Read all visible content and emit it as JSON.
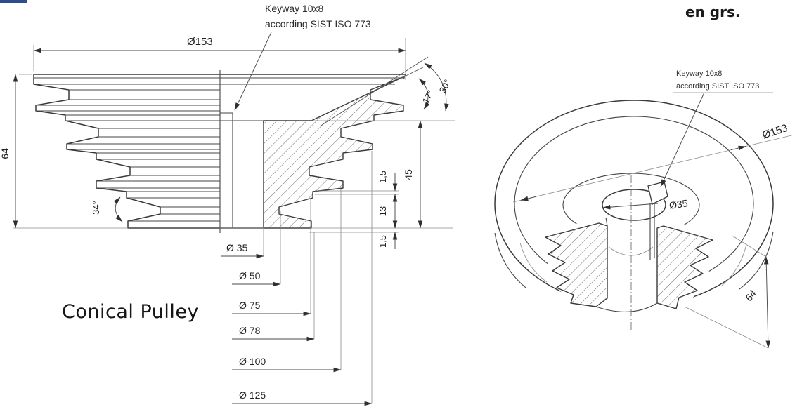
{
  "section_view": {
    "title": "Conical Pulley",
    "keyway_note_line1": "Keyway 10x8",
    "keyway_note_line2": "according SIST ISO 773",
    "dim_outer_diameter": "Ø153",
    "dim_total_height": "64",
    "dim_groove_angle": "34°",
    "dim_cone_angle_outer": "30°",
    "dim_cone_angle_inner": "17°",
    "dim_rim_to_base": "45",
    "dim_land_top": "1,5",
    "dim_groove_depth": "13",
    "dim_land_bottom": "1,5",
    "dim_diameters": [
      "Ø 35",
      "Ø 50",
      "Ø 75",
      "Ø 78",
      "Ø 100",
      "Ø 125"
    ]
  },
  "iso_view": {
    "corner_note": "en grs.",
    "keyway_note_line1": "Keyway 10x8",
    "keyway_note_line2": "according SIST ISO 773",
    "dim_outer_diameter": "Ø153",
    "dim_bore_diameter": "Ø35",
    "dim_total_height": "64"
  }
}
